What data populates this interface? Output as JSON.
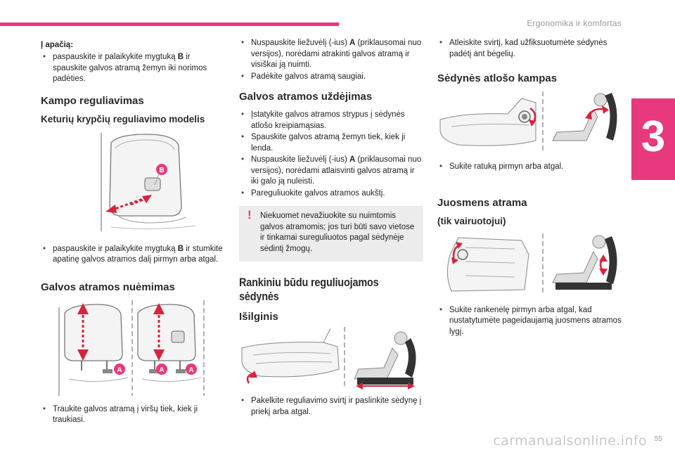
{
  "header": {
    "title": "Ergonomika ir komfortas",
    "chapter": "3",
    "page_number": "55"
  },
  "watermark": "carmanualsonline.info",
  "col1": {
    "lowering_head": "Į apačią:",
    "lowering_text_pre": "paspauskite ir palaikykite mygtuką ",
    "lowering_key": "B",
    "lowering_text_post": " ir spauskite galvos atramą žemyn iki norimos padėties.",
    "angle_title": "Kampo reguliavimas",
    "four_way_title": "Keturių krypčių reguliavimo modelis",
    "label_b": "B",
    "angle_text_pre": "paspauskite ir palaikykite mygtuką ",
    "angle_key": "B",
    "angle_text_post": " ir stumkite apatinę galvos atramos dalį pirmyn arba atgal.",
    "removal_title": "Galvos atramos nuėmimas",
    "label_a": "A",
    "removal_text": "Traukite galvos atramą į viršų tiek, kiek ji traukiasi."
  },
  "col2": {
    "press_pre": "Nuspauskite liežuvėlį (-ius) ",
    "press_key": "A",
    "press_post": " (priklausomai nuo versijos), norėdami atrakinti galvos atramą ir visiškai ją nuimti.",
    "store_text": "Padėkite galvos atramą saugiai.",
    "fitting_title": "Galvos atramos uždėjimas",
    "fit1": "Įstatykite galvos atramos strypus į sėdynės atlošo kreipiamąsias.",
    "fit2": "Spauskite galvos atramą žemyn tiek, kiek ji lenda.",
    "fit3_pre": "Nuspauskite liežuvėlį (-ius) ",
    "fit3_key": "A",
    "fit3_post": " (priklausomai nuo versijos), norėdami atlaisvinti galvos atramą ir iki galo ją nuleisti.",
    "fit4": "Pareguliuokite galvos atramos aukštį.",
    "warning_mark": "!",
    "warning_text": "Niekuomet nevažiuokite su nuimtomis galvos atramomis; jos turi būti savo vietose ir tinkamai sureguliuotos pagal sėdynėje sėdintį žmogų.",
    "manual_title": "Rankiniu būdu reguliuojamos sėdynės",
    "longitudinal_title": "Išilginis",
    "longitudinal_text": "Pakelkite reguliavimo svirtį ir paslinkite sėdynę į priekį arba atgal."
  },
  "col3": {
    "release_text": "Atleiskite svirtį, kad užfiksuotumėte sėdynės padėtį ant bėgelių.",
    "backrest_title": "Sėdynės atlošo kampas",
    "backrest_text": "Sukite ratuką pirmyn arba atgal.",
    "lumbar_title": "Juosmens atrama",
    "lumbar_sub": "(tik vairuotojui)",
    "lumbar_text": "Sukite rankenėlę pirmyn arba atgal, kad nustatytumėte pageidaujamą juosmens atramos lygį."
  },
  "colors": {
    "accent": "#e8387e",
    "text": "#222222",
    "warning_bg": "#ececec"
  },
  "icons": [
    "headrest-b-illustration",
    "headrest-removal-illustration",
    "seat-lever-illustration",
    "seat-backrest-wheel-illustration",
    "seat-lumbar-knob-illustration"
  ]
}
